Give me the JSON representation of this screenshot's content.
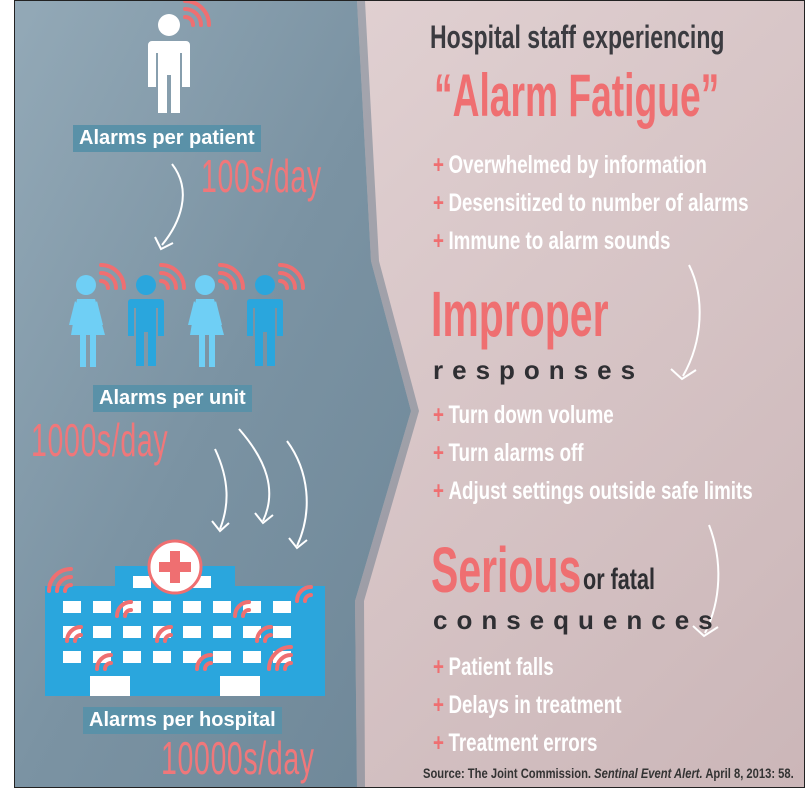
{
  "left": {
    "patient_label": "Alarms per patient",
    "patient_rate": "100s/day",
    "unit_label": "Alarms per unit",
    "unit_rate": "1000s/day",
    "hospital_label": "Alarms per hospital",
    "hospital_rate": "10000s/day"
  },
  "right": {
    "title_line1": "Hospital staff experiencing",
    "title_line2": "“Alarm Fatigue”",
    "fatigue_bullets": [
      "Overwhelmed by information",
      "Desensitized to number of alarms",
      "Immune to alarm sounds"
    ],
    "improper_heading": "Improper",
    "improper_sub": "responses",
    "improper_bullets": [
      "Turn down volume",
      "Turn alarms off",
      "Adjust settings outside safe limits"
    ],
    "serious_heading": "Serious",
    "serious_or_fatal": "or fatal",
    "serious_sub": "consequences",
    "serious_bullets": [
      "Patient falls",
      "Delays in treatment",
      "Treatment errors"
    ],
    "bullet_marker": "+",
    "source_prefix": "Source: The Joint Commission.",
    "source_italic": "Sentinal Event Alert.",
    "source_suffix": "April 8, 2013: 58."
  },
  "colors": {
    "accent_red": "#ef6f71",
    "panel_blue": "#5a91a8",
    "figure_blue": "#2aa6dd",
    "figure_light_blue": "#6fcff5",
    "left_panel": "#7e96a6",
    "right_panel": "#dccbcc"
  },
  "icons": [
    "person-icon",
    "female-person-icon",
    "male-person-icon",
    "wifi-alarm-icon",
    "hospital-building-icon",
    "red-cross-icon",
    "curved-arrow-icon"
  ]
}
